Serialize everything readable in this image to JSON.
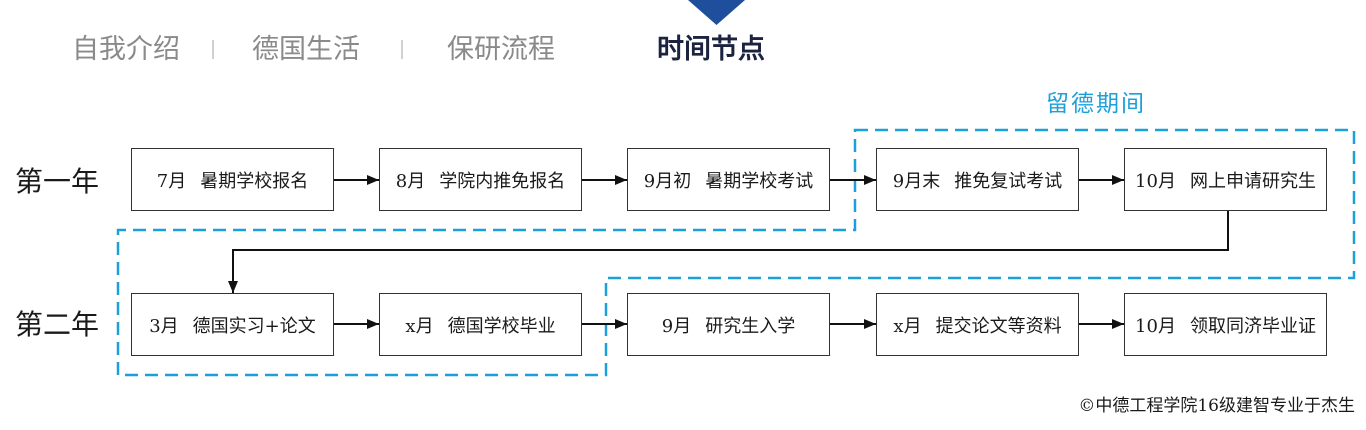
{
  "tabs": [
    {
      "label": "自我介绍",
      "active": false
    },
    {
      "label": "德国生活",
      "active": false
    },
    {
      "label": "保研流程",
      "active": false
    },
    {
      "label": "时间节点",
      "active": true
    }
  ],
  "timeline": {
    "region_label": "留德期间",
    "rows": [
      {
        "label": "第一年",
        "steps": [
          {
            "month": "7月",
            "task": "暑期学校报名",
            "in_region": false
          },
          {
            "month": "8月",
            "task": "学院内推免报名",
            "in_region": false
          },
          {
            "month": "9月初",
            "task": "暑期学校考试",
            "in_region": false
          },
          {
            "month": "9月末",
            "task": "推免复试考试",
            "in_region": true
          },
          {
            "month": "10月",
            "task": "网上申请研究生",
            "in_region": true
          }
        ]
      },
      {
        "label": "第二年",
        "steps": [
          {
            "month": "3月",
            "task": "德国实习+论文",
            "in_region": true
          },
          {
            "month": "x月",
            "task": "德国学校毕业",
            "in_region": true
          },
          {
            "month": "9月",
            "task": "研究生入学",
            "in_region": false
          },
          {
            "month": "x月",
            "task": "提交论文等资料",
            "in_region": false
          },
          {
            "month": "10月",
            "task": "领取同济毕业证",
            "in_region": false
          }
        ]
      }
    ]
  },
  "footer": {
    "copyright": "©中德工程学院16级建智专业于杰生"
  },
  "colors": {
    "accent": "#1ca0da",
    "indicator": "#1f4e9c",
    "active_tab": "#1b2340",
    "inactive_tab": "#8a8a8a"
  }
}
